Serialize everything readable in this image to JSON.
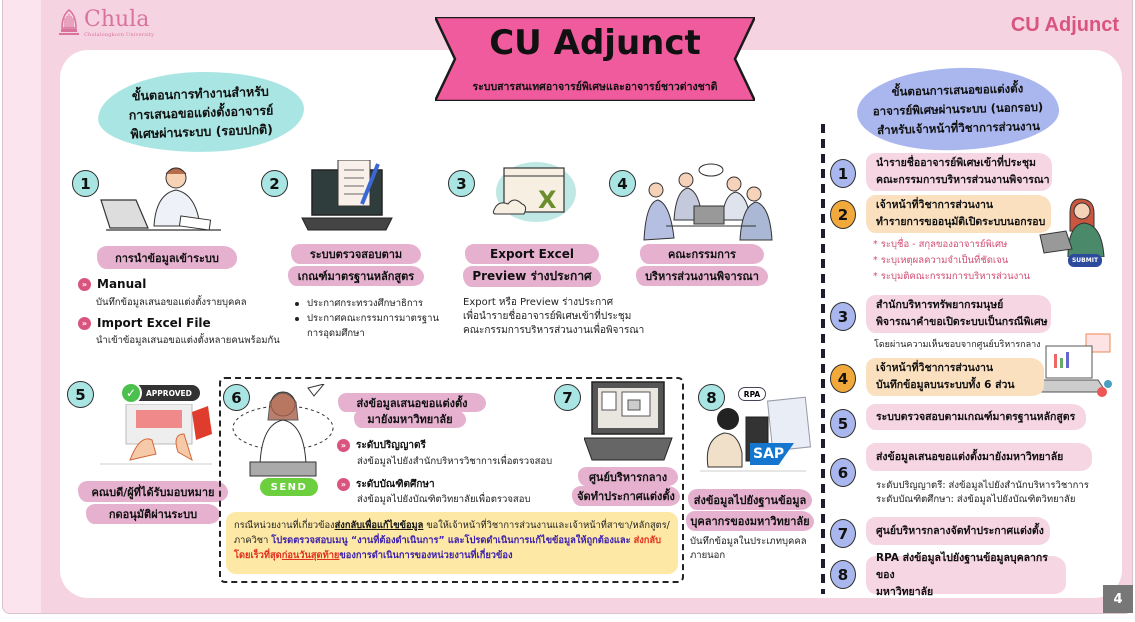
{
  "header": {
    "logo_name": "Chula",
    "logo_subtitle": "Chulalongkorn University",
    "brand_right": "CU Adjunct",
    "title": "CU Adjunct",
    "subtitle": "ระบบสารสนเทศอาจารย์พิเศษและอาจารย์ชาวต่างชาติ"
  },
  "left_section": {
    "heading": [
      "ขั้นตอนการทำงานสำหรับ",
      "การเสนอขอแต่งตั้งอาจารย์",
      "พิเศษผ่านระบบ (รอบปกติ)"
    ],
    "steps": [
      {
        "number": "1",
        "label": "การนำข้อมูลเข้าระบบ",
        "options": [
          {
            "title": "Manual",
            "desc": "บันทึกข้อมูลเสนอขอแต่งตั้งรายบุคคล"
          },
          {
            "title": "Import Excel File",
            "desc": "นำเข้าข้อมูลเสนอขอแต่งตั้งหลายคนพร้อมกัน"
          }
        ]
      },
      {
        "number": "2",
        "label_lines": [
          "ระบบตรวจสอบตาม",
          "เกณฑ์มาตรฐานหลักสูตร"
        ],
        "bullets": [
          "ประกาศกระทรวงศึกษาธิการ",
          "ประกาศคณะกรรมการมาตรฐาน",
          "การอุดมศึกษา"
        ]
      },
      {
        "number": "3",
        "label_lines": [
          "Export Excel",
          "Preview ร่างประกาศ"
        ],
        "desc": [
          "Export หรือ Preview ร่างประกาศ",
          "เพื่อนำรายชื่ออาจารย์พิเศษเข้าที่ประชุม",
          "คณะกรรมการบริหารส่วนงานเพื่อพิจารณา"
        ]
      },
      {
        "number": "4",
        "label_lines": [
          "คณะกรรมการ",
          "บริหารส่วนงานพิจารณา"
        ]
      },
      {
        "number": "5",
        "badge": "APPROVED",
        "label_lines": [
          "คณบดี/ผู้ที่ได้รับมอบหมาย",
          "กดอนุมัติผ่านระบบ"
        ]
      },
      {
        "number": "6",
        "badge": "SEND",
        "label_lines": [
          "ส่งข้อมูลเสนอขอแต่งตั้ง",
          "มายังมหาวิทยาลัย"
        ],
        "options": [
          {
            "title": "ระดับปริญญาตรี",
            "desc": "ส่งข้อมูลไปยังสำนักบริหารวิชาการเพื่อตรวจสอบ"
          },
          {
            "title": "ระดับบัณฑิตศึกษา",
            "desc": "ส่งข้อมูลไปยังบัณฑิตวิทยาลัยเพื่อตรวจสอบ"
          }
        ]
      },
      {
        "number": "7",
        "label_lines": [
          "ศูนย์บริหารกลาง",
          "จัดทำประกาศแต่งตั้ง"
        ]
      },
      {
        "number": "8",
        "badges": [
          "RPA",
          "SAP"
        ],
        "label_lines": [
          "ส่งข้อมูลไปยังฐานข้อมูล",
          "บุคลากรของมหาวิทยาลัย"
        ],
        "desc": [
          "บันทึกข้อมูลในประเภทบุคคล",
          "ภายนอก"
        ]
      }
    ],
    "note": {
      "p1": "กรณีหน่วยงานที่เกี่ยวข้อง",
      "p2_underline": "ส่งกลับเพื่อแก้ไขข้อมูล",
      "p3": " ขอให้เจ้าหน้าที่วิชาการส่วนงานและเจ้าหน้าที่สาขา/หลักสูตร/ภาควิชา ",
      "p4_blue": "โปรดตรวจสอบเมนู “งานที่ต้องดำเนินการ” และโปรดดำเนินการแก้ไขข้อมูลให้ถูกต้องและ",
      "p5_red": "ส่งกลับโดยเร็วที่สุด",
      "p6_red_underline": "ก่อนวันสุดท้าย",
      "p7_blue": "ของการดำเนินการของหน่วยงานที่เกี่ยวข้อง"
    }
  },
  "right_section": {
    "heading": [
      "ขั้นตอนการเสนอขอแต่งตั้ง",
      "อาจารย์พิเศษผ่านระบบ (นอกรอบ)",
      "สำหรับเจ้าหน้าที่วิชาการส่วนงาน"
    ],
    "steps": [
      {
        "number": "1",
        "lines": [
          "นำรายชื่ออาจารย์พิเศษเข้าที่ประชุม",
          "คณะกรรมการบริหารส่วนงานพิจารณา"
        ]
      },
      {
        "number": "2",
        "lines": [
          "เจ้าหน้าที่วิชาการส่วนงาน",
          "ทำรายการขออนุมัติเปิดระบบนอกรอบ"
        ],
        "notes": [
          "* ระบุชื่อ - สกุลของอาจารย์พิเศษ",
          "* ระบุเหตุผลความจำเป็นที่ชัดเจน",
          "* ระบุมติคณะกรรมการบริหารส่วนงาน"
        ],
        "badge": "SUBMIT"
      },
      {
        "number": "3",
        "lines": [
          "สำนักบริหารทรัพยากรมนุษย์",
          "พิจารณาคำขอเปิดระบบเป็นกรณีพิเศษ"
        ],
        "desc": "โดยผ่านความเห็นชอบจากศูนย์บริหารกลาง"
      },
      {
        "number": "4",
        "lines": [
          "เจ้าหน้าที่วิชาการส่วนงาน",
          "บันทึกข้อมูลบนระบบทั้ง 6 ส่วน"
        ]
      },
      {
        "number": "5",
        "lines": [
          "ระบบตรวจสอบตามเกณฑ์มาตรฐานหลักสูตร"
        ]
      },
      {
        "number": "6",
        "lines": [
          "ส่งข้อมูลเสนอขอแต่งตั้งมายังมหาวิทยาลัย"
        ],
        "desc_lines": [
          "ระดับปริญญาตรี: ส่งข้อมูลไปยังสำนักบริหารวิชาการ",
          "ระดับบัณฑิตศึกษา: ส่งข้อมูลไปยังบัณฑิตวิทยาลัย"
        ]
      },
      {
        "number": "7",
        "lines": [
          "ศูนย์บริหารกลางจัดทำประกาศแต่งตั้ง"
        ]
      },
      {
        "number": "8",
        "lines": [
          "RPA ส่งข้อมูลไปยังฐานข้อมูลบุคลากรของ",
          "มหาวิทยาลัย"
        ]
      }
    ]
  },
  "footer": {
    "page_number": "4"
  },
  "colors": {
    "frame_pink": "#f5d3e1",
    "brand_pink": "#d9547f",
    "banner_pink": "#ef5b9c",
    "teal": "#a9e5e2",
    "lavender": "#aab7ee",
    "orange": "#f2a93b",
    "brush_pink": "#e5b1cf",
    "note_yellow": "#fde8a5"
  },
  "icons": {
    "bullet": "double-chevron-right-icon",
    "logo": "chula-phra-kiao-icon"
  }
}
